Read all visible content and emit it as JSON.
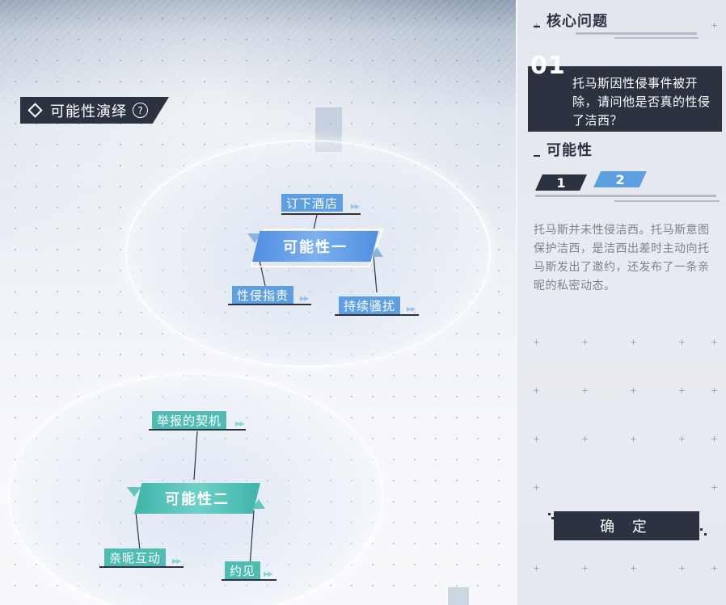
{
  "section": {
    "title": "可能性演绎",
    "help_icon": "?"
  },
  "possibility_one": {
    "label": "可能性一",
    "clues": [
      "订下酒店",
      "性侵指责",
      "持续骚扰"
    ]
  },
  "possibility_two": {
    "label": "可能性二",
    "clues": [
      "举报的契机",
      "亲昵互动",
      "约见"
    ]
  },
  "panel": {
    "core_question_heading": "核心问题",
    "question_number": "01",
    "question_text": "托马斯因性侵事件被开除，请问他是否真的性侵了洁西？",
    "possibility_heading": "可能性",
    "tabs": [
      {
        "label": "1",
        "active": false
      },
      {
        "label": "2",
        "active": true
      }
    ],
    "answer_text": "托马斯并未性侵洁西。托马斯意图保护洁西，是洁西出差时主动向托马斯发出了邀约，还发布了一条亲昵的私密动态。",
    "confirm_label": "确 定"
  },
  "colors": {
    "dark": "#2c3340",
    "blue_accent": "#5e9fe2",
    "teal_accent": "#4fbcb3",
    "answer_text": "#7a8494"
  }
}
